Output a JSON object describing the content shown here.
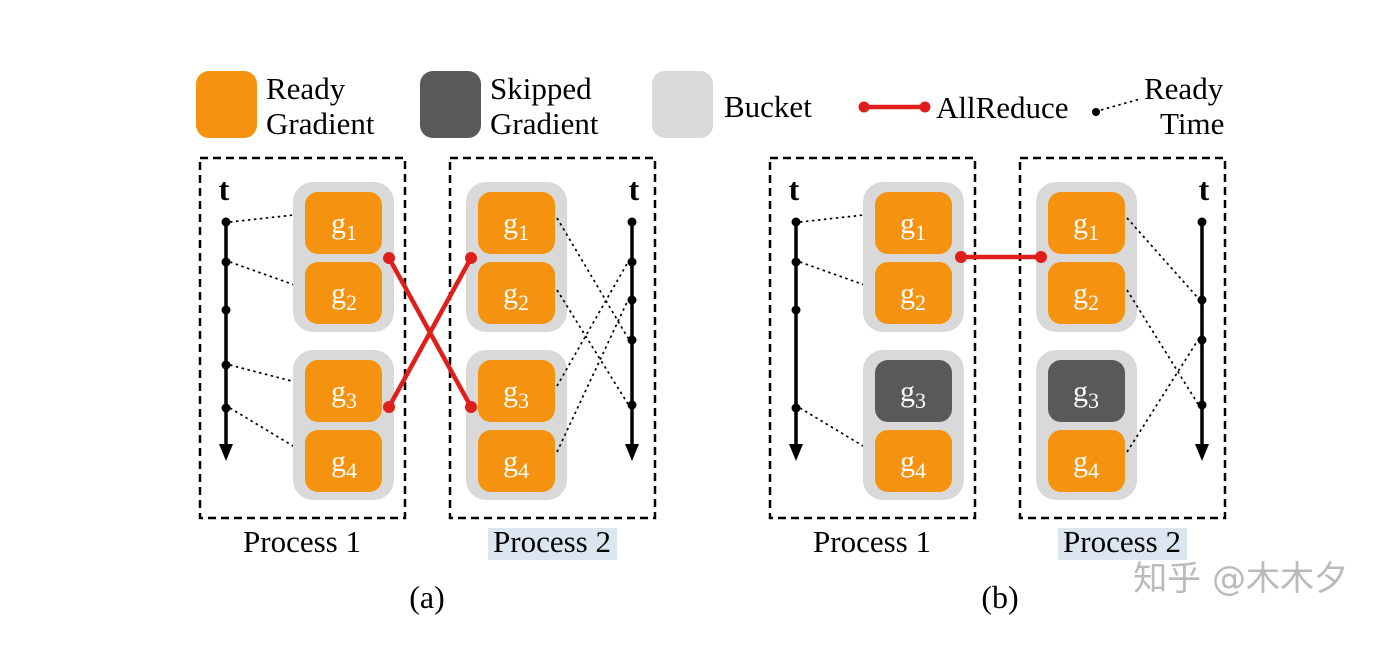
{
  "colors": {
    "ready": "#F5920F",
    "skipped": "#595959",
    "bucket": "#D9D9D9",
    "allreduce": "#DF1F1C",
    "highlight": "#DCE6F1"
  },
  "legend": {
    "ready": {
      "line1": "Ready",
      "line2": "Gradient"
    },
    "skipped": {
      "line1": "Skipped",
      "line2": "Gradient"
    },
    "bucket": {
      "line1": "Bucket"
    },
    "allreduce": {
      "line1": "AllReduce"
    },
    "ready_time": {
      "line1": "Ready",
      "line2": "Time"
    }
  },
  "axis": {
    "label": "t"
  },
  "gradient_labels": [
    {
      "base": "g",
      "sub": "1"
    },
    {
      "base": "g",
      "sub": "2"
    },
    {
      "base": "g",
      "sub": "3"
    },
    {
      "base": "g",
      "sub": "4"
    }
  ],
  "figure_a": {
    "caption": "(a)",
    "process1_label": "Process 1",
    "process2_label": "Process 2",
    "gradient_states": [
      "ready",
      "ready",
      "ready",
      "ready"
    ]
  },
  "figure_b": {
    "caption": "(b)",
    "process1_label": "Process 1",
    "process2_label": "Process 2",
    "gradient_states": [
      "ready",
      "ready",
      "skipped",
      "ready"
    ]
  },
  "watermark": "知乎 @木木夕"
}
